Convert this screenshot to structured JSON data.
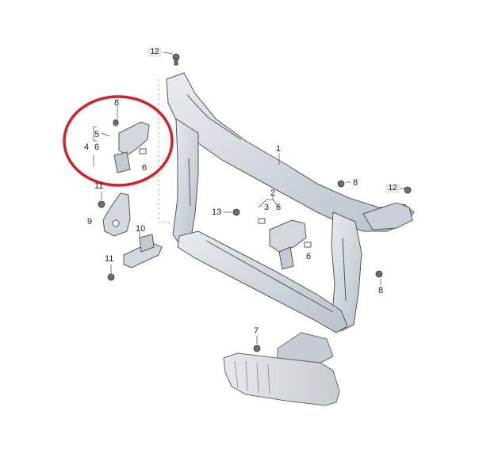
{
  "diagram": {
    "callouts": {
      "c12_top": "12",
      "c8_circle": "8",
      "c5": "5",
      "c4": "4",
      "c6_left": "6",
      "c6_circle_bottom": "6",
      "c1": "1",
      "c11_top": "11",
      "c9": "9",
      "c10": "10",
      "c11_bottom": "11",
      "c2": "2",
      "c13": "13",
      "c3": "3",
      "c6_center": "6",
      "c6_center_bottom": "6",
      "c8_right_top": "8",
      "c12_right": "12",
      "c8_right_bottom": "8",
      "c7": "7"
    },
    "highlight_color": "#d42126",
    "line_color": "#555555",
    "part_fill": "#d8dde3"
  }
}
